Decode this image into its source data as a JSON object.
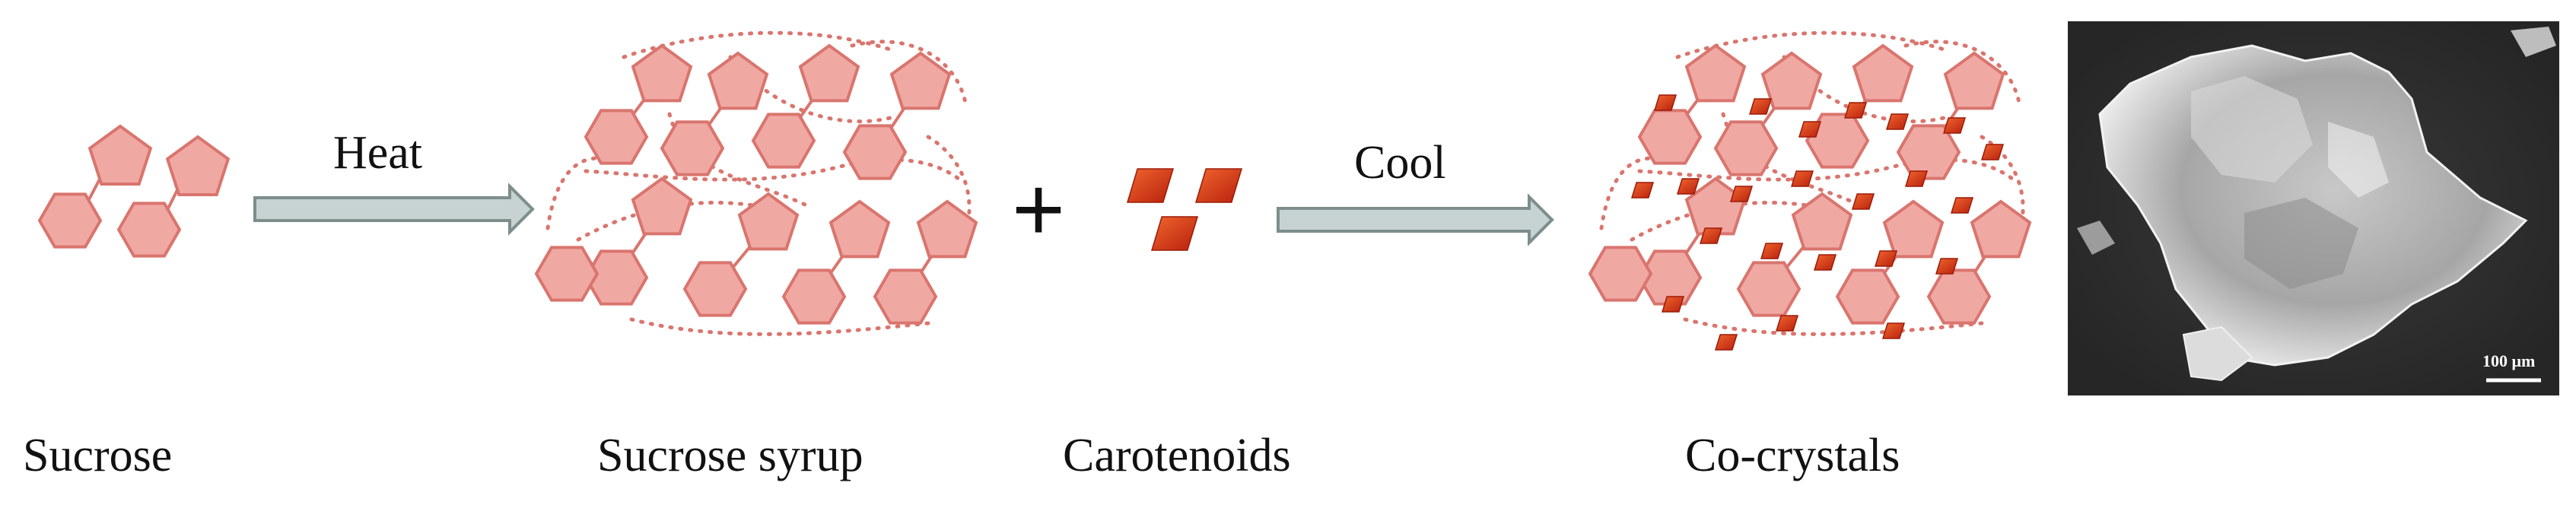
{
  "stages": {
    "sucrose": "Sucrose",
    "sucrose_syrup": "Sucrose syrup",
    "carotenoids": "Carotenoids",
    "co_crystals": "Co-crystals"
  },
  "arrows": {
    "heat": "Heat",
    "cool": "Cool"
  },
  "operator": "+",
  "micrograph": {
    "scale_bar": "100 μm"
  },
  "colors": {
    "sugar_fill": "#f0a8a3",
    "sugar_stroke": "#d9756e",
    "carotenoid": "#d83a1c",
    "arrow_fill": "#c6d3d2",
    "arrow_stroke": "#7d8e8c",
    "sem_background": "#2f2f2f"
  }
}
